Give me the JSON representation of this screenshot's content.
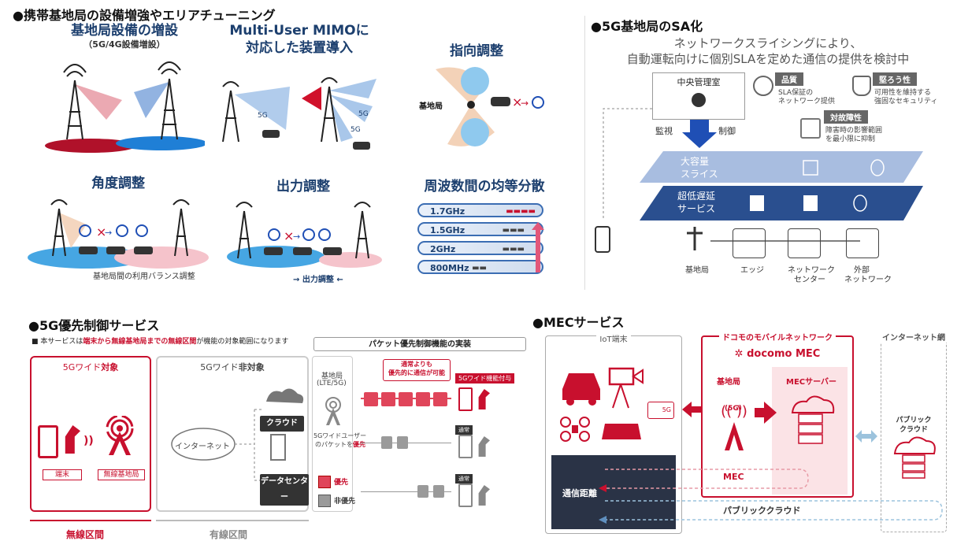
{
  "topleft": {
    "title": "●携帯基地局の設備増強やエリアチューニング",
    "p1_title": "基地局設備の増設",
    "p1_sub": "（5G/4G設備増設）",
    "p2_title_l1": "Multi-User MIMOに",
    "p2_title_l2": "対応した装置導入",
    "p2_5g_a": "5G",
    "p2_5g_b": "5G",
    "p2_5g_c": "5G",
    "p3_title": "指向調整",
    "p3_bs": "基地局",
    "p4_title": "角度調整",
    "p4_caption": "基地局間の利用バランス調整",
    "p5_title": "出力調整",
    "p5_caption": "出力調整",
    "p6_title": "周波数間の均等分散",
    "freqs": [
      "1.7GHz",
      "1.5GHz",
      "2GHz",
      "800MHz"
    ]
  },
  "sa": {
    "title": "●5G基地局のSA化",
    "subtitle_l1": "ネットワークスライシングにより、",
    "subtitle_l2": "自動運転向けに個別SLAを定めた通信の提供を検討中",
    "central": "中央管理室",
    "monitor": "監視",
    "control": "制御",
    "quality": "品質",
    "quality_desc_l1": "SLA保証の",
    "quality_desc_l2": "ネットワーク提供",
    "robust": "堅ろう性",
    "robust_desc_l1": "可用性を維持する",
    "robust_desc_l2": "強固なセキュリティ",
    "fault": "対故障性",
    "fault_desc_l1": "障害時の影響範囲",
    "fault_desc_l2": "を最小限に抑制",
    "slice1_l1": "大容量",
    "slice1_l2": "スライス",
    "slice2_l1": "超低遅延",
    "slice2_l2": "サービス",
    "nodes": [
      "基地局",
      "エッジ",
      "ネットワーク",
      "センター",
      "外部",
      "ネットワーク"
    ]
  },
  "priority": {
    "title": "●5G優先制御サービス",
    "note_pre": "■ 本サービスは",
    "note_red": "端末から無線基地局までの無線区間",
    "note_post": "が機能の対象範囲になります",
    "packet_title": "パケット優先制御機能の実装",
    "wide_target_pre": "5Gワイド",
    "wide_target_bold": "対象",
    "wide_non_pre": "5Gワイド",
    "wide_non_bold": "非対象",
    "terminal": "端末",
    "radio_bs": "無線基地局",
    "internet": "インターネット",
    "cloud": "クラウド",
    "datacenter": "データセンター",
    "bs_l1": "基地局",
    "bs_l2": "(LTE/5G)",
    "user_l1": "5Gワイドユーザー",
    "user_l2_pre": "のパケットを",
    "user_l2_red": "優先",
    "bubble_l1": "通常よりも",
    "bubble_l2": "優先的に通信が可能",
    "tag_wide": "5Gワイド機能付与",
    "tag_normal1": "通常",
    "tag_normal2": "通常",
    "legend_prio": "優先",
    "legend_nonprio": "非優先",
    "wireless": "無線区間",
    "wired": "有線区間"
  },
  "mec": {
    "title": "●MECサービス",
    "iot": "IoT端末",
    "docomo_net": "ドコモのモバイルネットワーク",
    "docomo_mec": "docomo MEC",
    "bs": "基地局",
    "mec_server": "MECサーバー",
    "internet": "インターネット網",
    "public_cloud_l1": "パブリック",
    "public_cloud_l2": "クラウド",
    "distance": "通信距離",
    "route_mec": "MEC",
    "route_cloud": "パブリッククラウド",
    "badge_5g": "5G",
    "label_5g": "(5G)"
  },
  "colors": {
    "navy": "#1c3f6e",
    "docomo_red": "#c8102e",
    "slice_dark": "#2a4f8f",
    "slice_light": "#a8bde0"
  }
}
